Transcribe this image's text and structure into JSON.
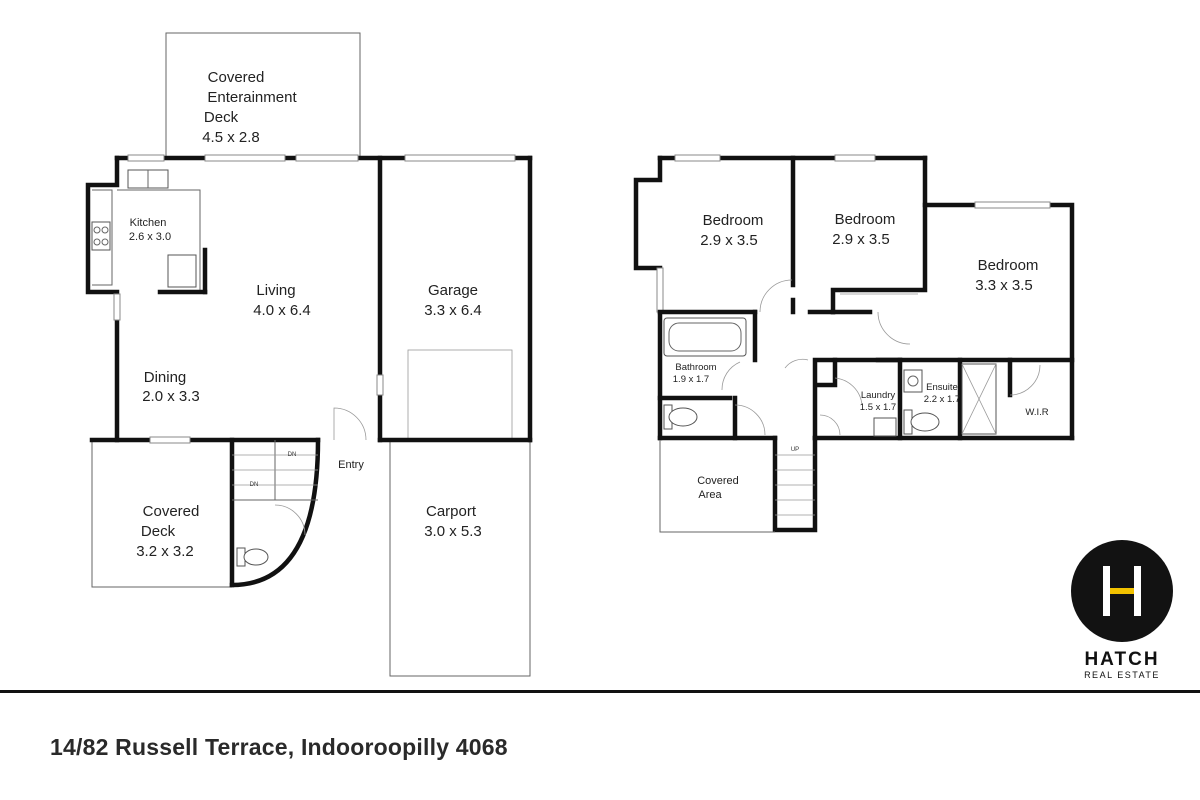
{
  "rooms": {
    "covered_ent_deck": {
      "name_1": "Covered",
      "name_2": "Enterainment",
      "name_3": "Deck",
      "size": "4.5 x 2.8"
    },
    "kitchen": {
      "name": "Kitchen",
      "size": "2.6 x 3.0"
    },
    "living": {
      "name": "Living",
      "size": "4.0 x 6.4"
    },
    "garage": {
      "name": "Garage",
      "size": "3.3 x 6.4"
    },
    "dining": {
      "name": "Dining",
      "size": "2.0 x 3.3"
    },
    "entry": {
      "name": "Entry"
    },
    "covered_deck": {
      "name_1": "Covered",
      "name_2": "Deck",
      "size": "3.2 x 3.2"
    },
    "carport": {
      "name": "Carport",
      "size": "3.0 x 5.3"
    },
    "bedroom_1": {
      "name": "Bedroom",
      "size": "2.9 x 3.5"
    },
    "bedroom_2": {
      "name": "Bedroom",
      "size": "2.9 x 3.5"
    },
    "bedroom_3": {
      "name": "Bedroom",
      "size": "3.3 x 3.5"
    },
    "bathroom": {
      "name": "Bathroom",
      "size": "1.9 x 1.7"
    },
    "laundry": {
      "name": "Laundry",
      "size": "1.5 x 1.7"
    },
    "ensuite": {
      "name": "Ensuite",
      "size": "2.2 x 1.7"
    },
    "wir": {
      "name": "W.I.R"
    },
    "covered_area": {
      "name_1": "Covered",
      "name_2": "Area"
    }
  },
  "stairs": {
    "dn_1": "DN",
    "dn_2": "DN",
    "up": "UP"
  },
  "address": "14/82 Russell Terrace, Indooroopilly 4068",
  "brand": {
    "name": "HATCH",
    "tagline": "REAL ESTATE",
    "accent_color": "#f2c200",
    "mark_color": "#121212"
  }
}
